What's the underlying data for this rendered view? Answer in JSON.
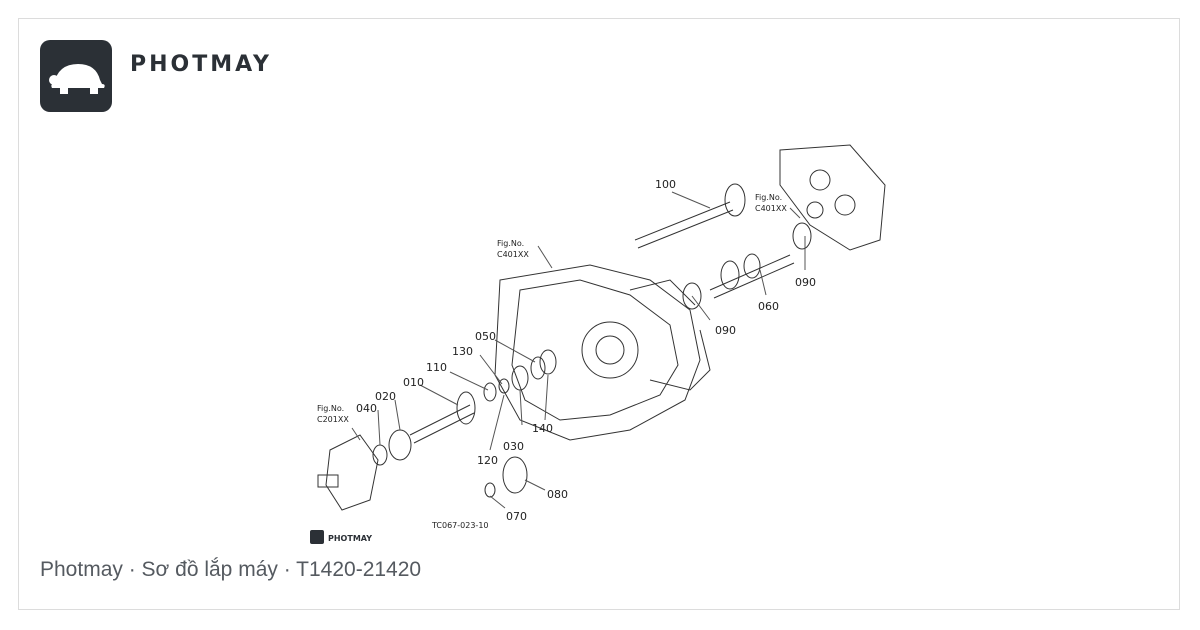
{
  "brand": {
    "name": "PHOTMAY",
    "watermark": "PHOTMAY"
  },
  "caption": "Photmay · Sơ đồ lắp máy · T1420-21420",
  "diagram": {
    "drawing_code": "TC067-023-10",
    "fig_refs": [
      {
        "line1": "Fig.No.",
        "line2": "C401XX"
      },
      {
        "line1": "Fig.No.",
        "line2": "C401XX"
      },
      {
        "line1": "Fig.No.",
        "line2": "C201XX"
      }
    ],
    "parts": [
      "100",
      "090",
      "060",
      "090",
      "050",
      "130",
      "110",
      "010",
      "020",
      "040",
      "030",
      "140",
      "120",
      "080",
      "070"
    ]
  },
  "colors": {
    "logo_bg": "#2b3036",
    "text": "#555a60",
    "line": "#333333"
  }
}
